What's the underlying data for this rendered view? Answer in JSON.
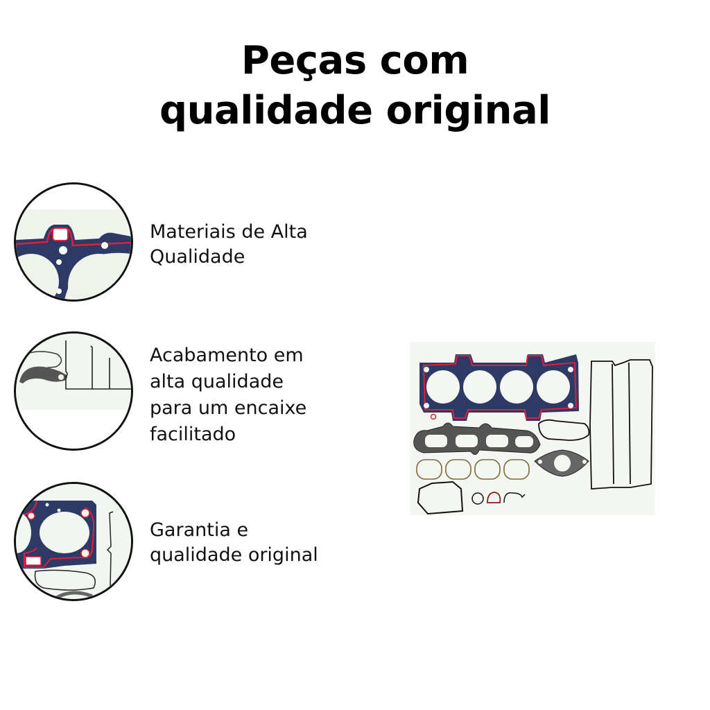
{
  "heading": {
    "line1": "Peças com",
    "line2": "qualidade original"
  },
  "features": [
    {
      "icon": "head-gasket-closeup-icon",
      "lines": [
        "Materiais de Alta",
        "Qualidade"
      ]
    },
    {
      "icon": "valve-cover-gasket-closeup-icon",
      "lines": [
        "Acabamento em",
        "alta qualidade",
        "para um encaixe",
        "facilitado"
      ]
    },
    {
      "icon": "cylinder-gasket-closeup-icon",
      "lines": [
        "Garantia e",
        "qualidade original"
      ]
    }
  ],
  "product_image": {
    "label": "engine-gasket-kit"
  },
  "colors": {
    "gasket_blue": "#2d3a66",
    "seal_red": "#e0203a",
    "background": "#f3f6f1",
    "text": "#111111"
  }
}
